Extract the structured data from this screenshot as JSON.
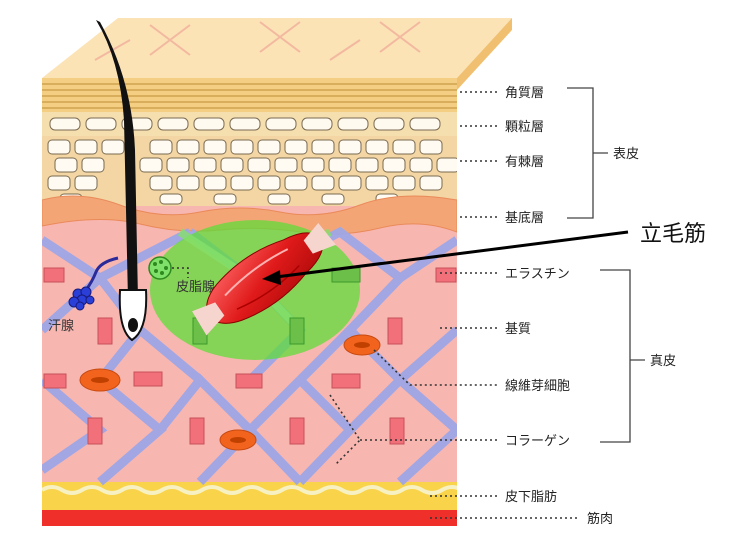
{
  "layers": {
    "stratum_corneum": "角質層",
    "granular": "顆粒層",
    "spinous": "有棘層",
    "basal": "基底層",
    "epidermis": "表皮"
  },
  "dermis": {
    "elastin": "エラスチン",
    "matrix": "基質",
    "fibroblast": "線維芽細胞",
    "collagen": "コラーゲン",
    "dermis_label": "真皮"
  },
  "deep": {
    "subcutaneous_fat": "皮下脂肪",
    "muscle": "筋肉"
  },
  "structures": {
    "arrector_pili": "立毛筋",
    "sweat_gland": "汗腺",
    "sebaceous_gland": "皮脂腺"
  }
}
